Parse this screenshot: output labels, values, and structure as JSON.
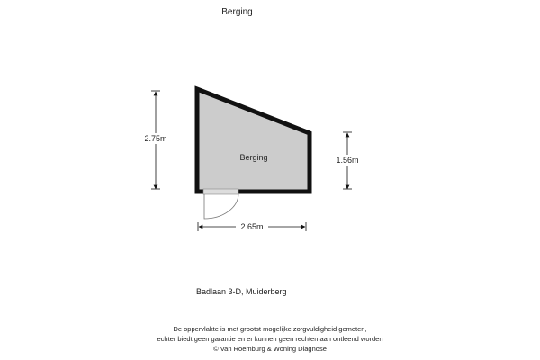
{
  "title": "Berging",
  "room": {
    "label": "Berging",
    "fill": "#cccccc",
    "wall": "#111111"
  },
  "dimensions": {
    "left_height": "2.75m",
    "right_height": "1.56m",
    "width": "2.65m"
  },
  "address": "Badlaan 3-D, Muiderberg",
  "disclaimer": [
    "De oppervlakte is met grootst mogelijke zorgvuldigheid gemeten,",
    "echter biedt geen garantie en er kunnen geen rechten aan ontleend worden",
    "© Van Roemburg & Woning Diagnose"
  ]
}
